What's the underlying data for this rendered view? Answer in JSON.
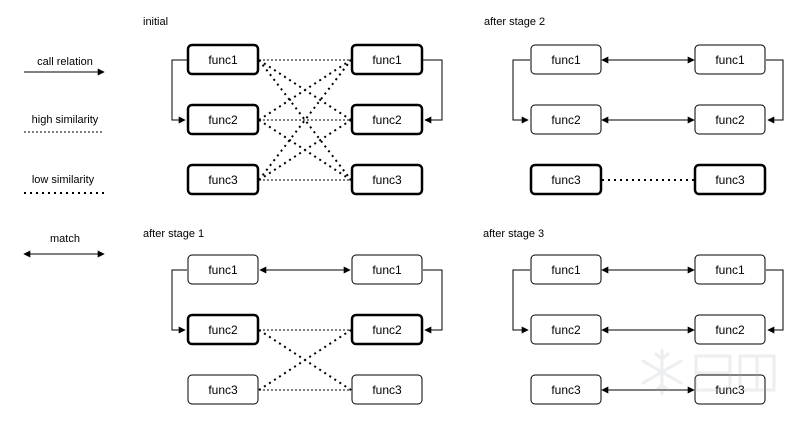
{
  "legend": {
    "call_relation": "call relation",
    "high_similarity": "high similarity",
    "low_similarity": "low similarity",
    "match": "match"
  },
  "panels": {
    "initial": {
      "title": "initial",
      "left": [
        "func1",
        "func2",
        "func3"
      ],
      "right": [
        "func1",
        "func2",
        "func3"
      ]
    },
    "stage1": {
      "title": "after stage 1",
      "left": [
        "func1",
        "func2",
        "func3"
      ],
      "right": [
        "func1",
        "func2",
        "func3"
      ]
    },
    "stage2": {
      "title": "after stage 2",
      "left": [
        "func1",
        "func2",
        "func3"
      ],
      "right": [
        "func1",
        "func2",
        "func3"
      ]
    },
    "stage3": {
      "title": "after stage 3",
      "left": [
        "func1",
        "func2",
        "func3"
      ],
      "right": [
        "func1",
        "func2",
        "func3"
      ]
    }
  },
  "colors": {
    "stroke": "#000000",
    "watermark": "#9aa3ad"
  },
  "icons": {
    "watermark": "snowflake-watermark-icon"
  }
}
